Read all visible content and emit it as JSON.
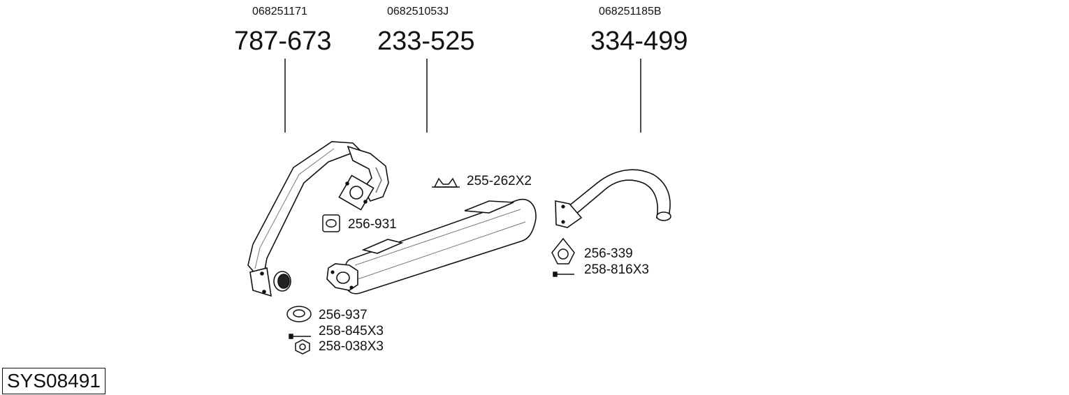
{
  "groups": [
    {
      "oem": "068251171",
      "part": "787-673"
    },
    {
      "oem": "068251053J",
      "part": "233-525"
    },
    {
      "oem": "068251185B",
      "part": "334-499"
    }
  ],
  "accessories": {
    "a1": "255-262X2",
    "a2": "256-931",
    "a3": "256-339",
    "a4": "258-816X3",
    "a5": "256-937",
    "a6": "258-845X3",
    "a7": "258-038X3"
  },
  "system_code": "SYS08491"
}
